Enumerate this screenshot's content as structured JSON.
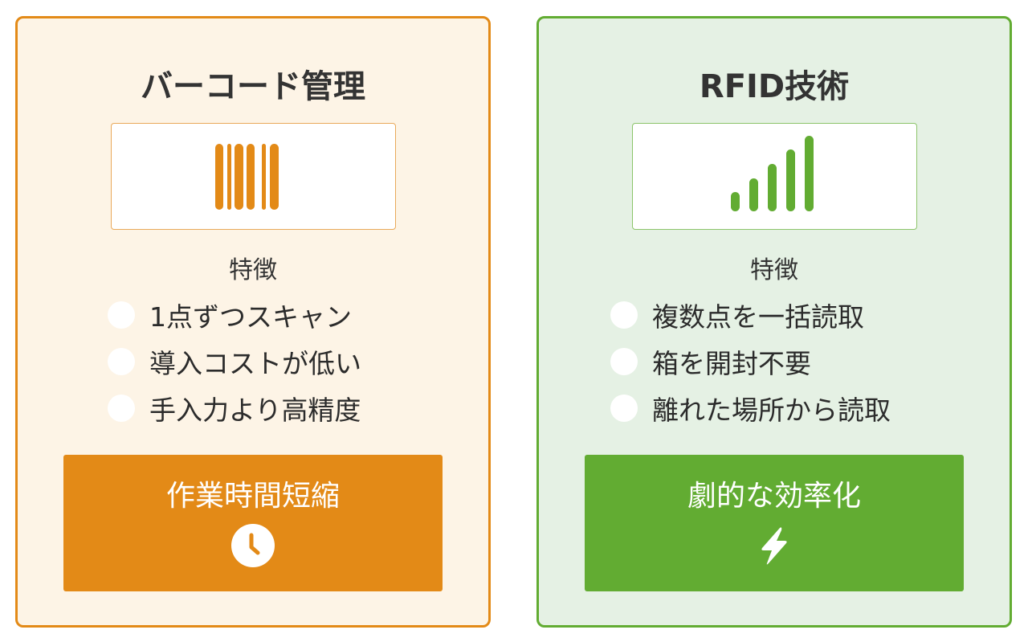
{
  "colors": {
    "barcode_accent": "#e38a17",
    "barcode_bg": "#fdf4e6",
    "rfid_accent": "#62ac32",
    "rfid_bg": "#e5f1e4",
    "text": "#2b2b2b"
  },
  "cards": [
    {
      "id": "barcode",
      "title": "バーコード管理",
      "icon": "barcode-icon",
      "features_heading": "特徴",
      "features": [
        "1点ずつスキャン",
        "導入コストが低い",
        "手入力より高精度"
      ],
      "result_label": "作業時間短縮",
      "result_icon": "clock-icon"
    },
    {
      "id": "rfid",
      "title": "RFID技術",
      "icon": "signal-bars-icon",
      "features_heading": "特徴",
      "features": [
        "複数点を一括読取",
        "箱を開封不要",
        "離れた場所から読取"
      ],
      "result_label": "劇的な効率化",
      "result_icon": "lightning-icon"
    }
  ]
}
